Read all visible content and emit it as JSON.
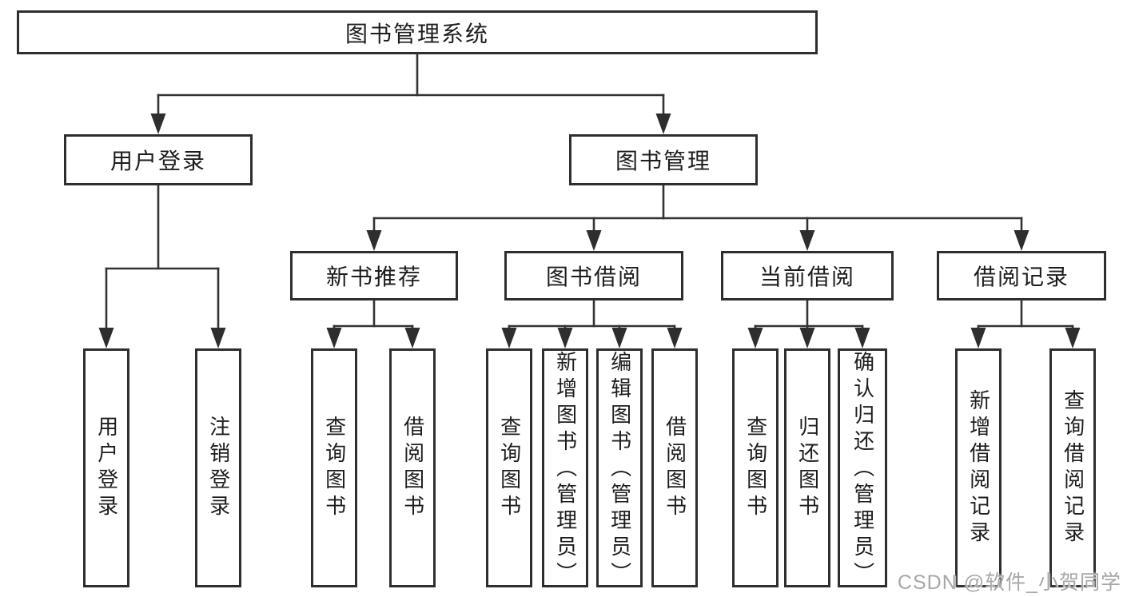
{
  "colors": {
    "line": "#333333",
    "box_border": "#2e2e2e",
    "text": "#1d1d1d",
    "background": "#ffffff",
    "watermark": "#a7a7a7"
  },
  "watermark": {
    "text": "CSDN @软件_小贺同学"
  },
  "diagram": {
    "root": {
      "label": "图书管理系统"
    },
    "branches": {
      "user_login": {
        "label": "用户登录",
        "children": [
          {
            "label": "用户登录"
          },
          {
            "label": "注销登录"
          }
        ]
      },
      "book_management": {
        "label": "图书管理",
        "children": [
          {
            "label": "新书推荐",
            "children": [
              {
                "label": "查询图书"
              },
              {
                "label": "借阅图书"
              }
            ]
          },
          {
            "label": "图书借阅",
            "children": [
              {
                "label": "查询图书"
              },
              {
                "label": "新增图书（管理员）"
              },
              {
                "label": "编辑图书（管理员）"
              },
              {
                "label": "借阅图书"
              }
            ]
          },
          {
            "label": "当前借阅",
            "children": [
              {
                "label": "查询图书"
              },
              {
                "label": "归还图书"
              },
              {
                "label": "确认归还（管理员）"
              }
            ]
          },
          {
            "label": "借阅记录",
            "children": [
              {
                "label": "新增借阅记录"
              },
              {
                "label": "查询借阅记录"
              }
            ]
          }
        ]
      }
    }
  }
}
